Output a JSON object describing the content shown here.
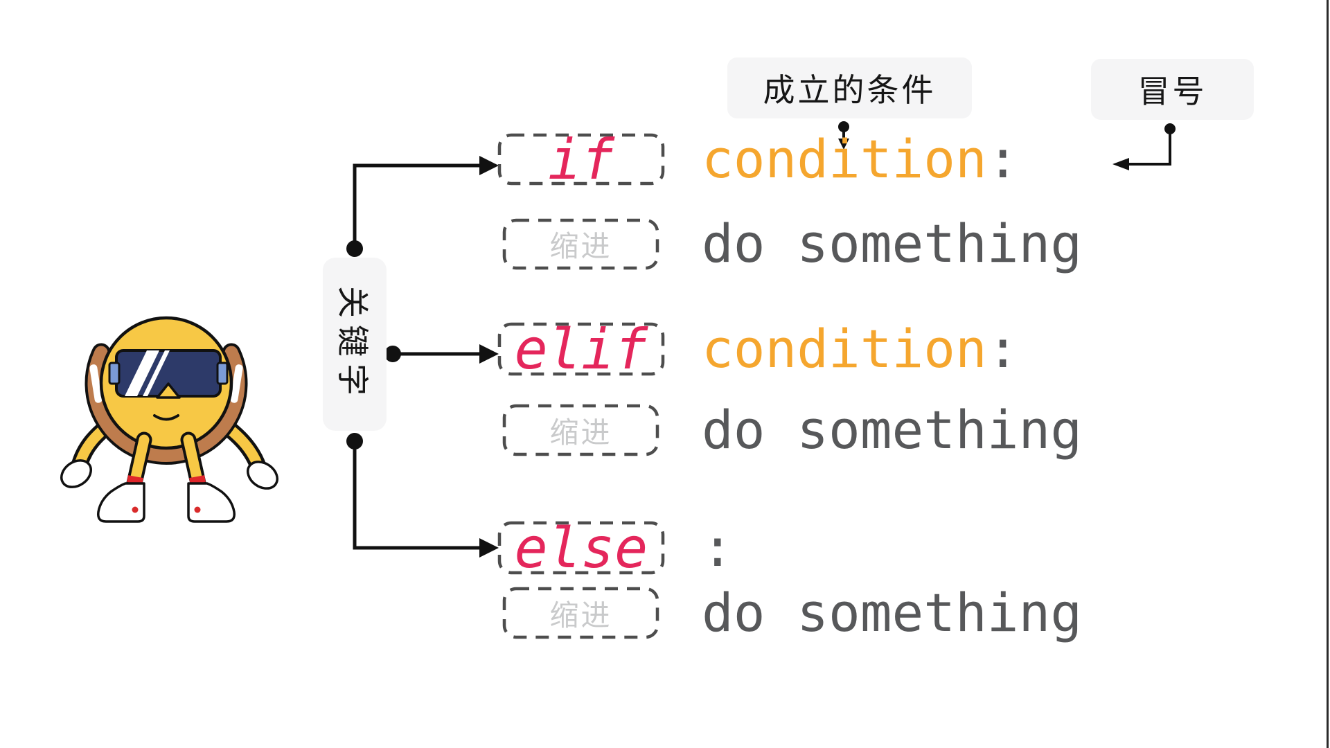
{
  "canvas": {
    "background": "#FFFFFF"
  },
  "notes": {
    "condition": {
      "label": "成立的条件"
    },
    "colon": {
      "label": "冒号"
    },
    "keyword": {
      "label": "关键字"
    }
  },
  "indent": {
    "label": "缩进"
  },
  "code": {
    "if": {
      "keyword": "if",
      "condition": "condition",
      "colon": ":",
      "body": "do something"
    },
    "elif": {
      "keyword": "elif",
      "condition": "condition",
      "colon": ":",
      "body": "do something"
    },
    "else": {
      "keyword": "else",
      "colon": ":",
      "body": "do something"
    }
  },
  "colors": {
    "keyword_pink": "#E4265B",
    "condition_orange": "#F5A62E",
    "code_gray": "#57585A",
    "indent_gray": "#C9CACB",
    "note_bg": "#F5F5F6",
    "dash_border": "#4D4D4D",
    "connector_black": "#111111",
    "mascot_yellow": "#F7C845",
    "mascot_band_brown": "#BE7C4D",
    "mascot_goggles_navy": "#2D3A69",
    "mascot_accent_red": "#E0262B"
  }
}
